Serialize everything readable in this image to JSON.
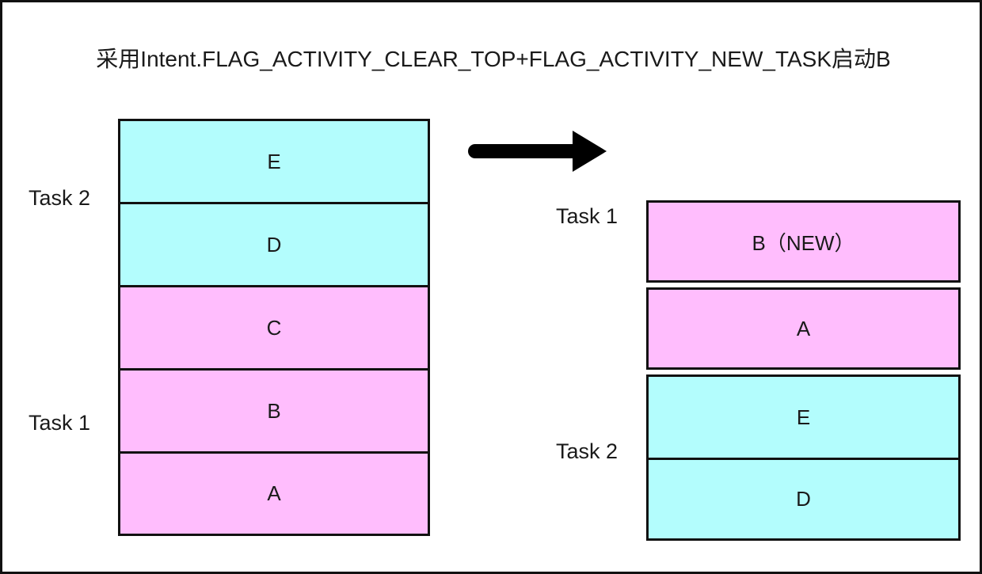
{
  "title": "采用Intent.FLAG_ACTIVITY_CLEAR_TOP+FLAG_ACTIVITY_NEW_TASK启动B",
  "colors": {
    "cyan": "#b3fdfd",
    "pink": "#ffbdfd",
    "stroke": "#111111",
    "background": "#ffffff",
    "arrow": "#000000"
  },
  "arrow": {
    "icon": "right-arrow-icon",
    "direction": "right"
  },
  "left_stack": {
    "labels": [
      {
        "text": "Task 2"
      },
      {
        "text": "Task 1"
      }
    ],
    "cells": [
      {
        "text": "E",
        "color": "cyan"
      },
      {
        "text": "D",
        "color": "cyan"
      },
      {
        "text": "C",
        "color": "pink"
      },
      {
        "text": "B",
        "color": "pink"
      },
      {
        "text": "A",
        "color": "pink"
      }
    ]
  },
  "right_stack": {
    "labels": [
      {
        "text": "Task 1"
      },
      {
        "text": "Task 2"
      }
    ],
    "cells": [
      {
        "text": "B（NEW）",
        "color": "pink"
      },
      {
        "text": "A",
        "color": "pink"
      },
      {
        "text": "E",
        "color": "cyan"
      },
      {
        "text": "D",
        "color": "cyan"
      }
    ]
  }
}
